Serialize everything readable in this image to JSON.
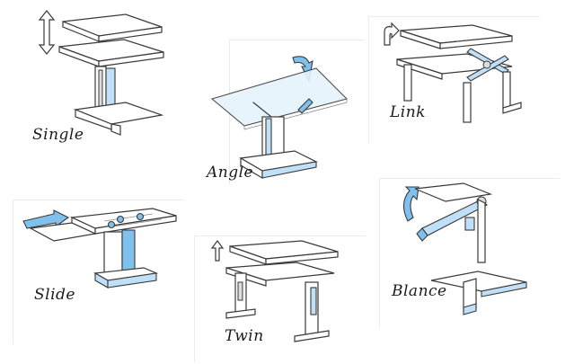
{
  "variants": {
    "single": {
      "label": "Single"
    },
    "angle": {
      "label": "Angle"
    },
    "link": {
      "label": "Link"
    },
    "slide": {
      "label": "Slide"
    },
    "twin": {
      "label": "Twin"
    },
    "blance": {
      "label": "Blance"
    }
  },
  "colors": {
    "accent": "#7fc1ec",
    "accent_light": "#bfe0f7",
    "ink": "#3a3a3a"
  }
}
